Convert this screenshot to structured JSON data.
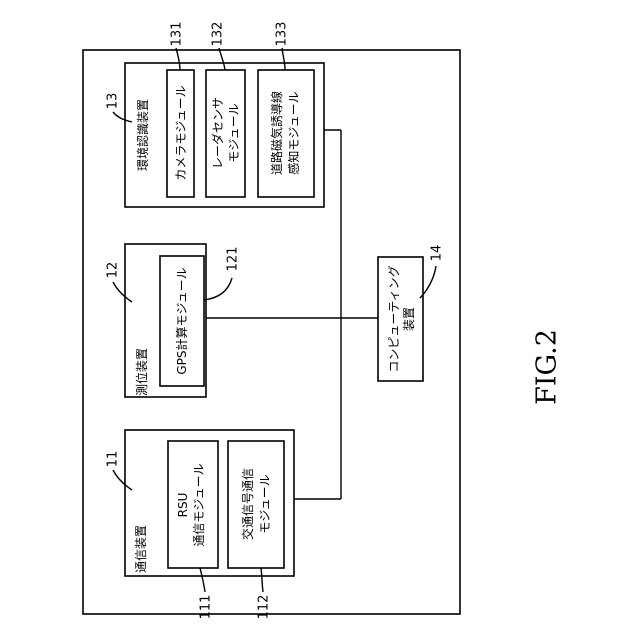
{
  "figure_label": "FIG.2",
  "env_device": {
    "label": "環境認識装置",
    "ref": "13",
    "camera": {
      "label": "カメラモジュール",
      "ref": "131"
    },
    "radar": {
      "line1": "レーダセンサ",
      "line2": "モジュール",
      "ref": "132"
    },
    "magnetic": {
      "line1": "道路磁気誘導線",
      "line2": "感知モジュール",
      "ref": "133"
    }
  },
  "positioning_device": {
    "label": "測位装置",
    "ref": "12",
    "gps": {
      "label": "GPS計算モジュール",
      "ref": "121"
    }
  },
  "communication_device": {
    "label": "通信装置",
    "ref": "11",
    "rsu": {
      "line1": "RSU",
      "line2": "通信モジュール",
      "ref": "111"
    },
    "traffic": {
      "line1": "交通信号通信",
      "line2": "モジュール",
      "ref": "112"
    }
  },
  "computing_device": {
    "line1": "コンピューティング",
    "line2": "装置",
    "ref": "14"
  }
}
